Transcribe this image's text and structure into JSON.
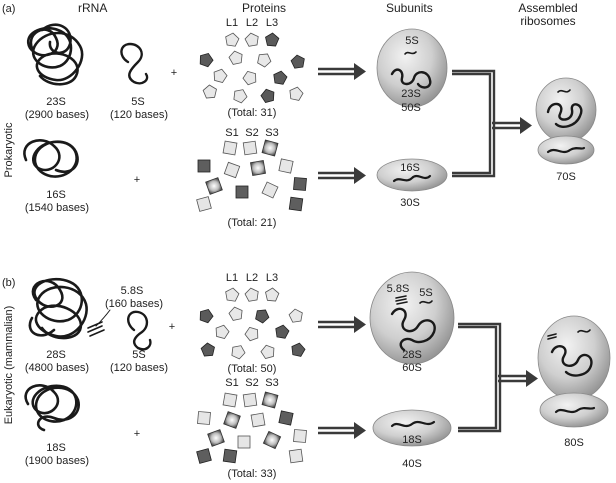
{
  "header": {
    "rrna": "rRNA",
    "proteins": "Proteins",
    "subunits": "Subunits",
    "assembled_line1": "Assembled",
    "assembled_line2": "ribosomes"
  },
  "prokaryotic": {
    "panel": "(a)",
    "side_label": "Prokaryotic",
    "large_rrna": {
      "name": "23S",
      "bases": "(2900 bases)"
    },
    "small_5s": {
      "name": "5S",
      "bases": "(120 bases)"
    },
    "small_rrna": {
      "name": "16S",
      "bases": "(1540 bases)"
    },
    "large_proteins": {
      "labels": [
        "L1",
        "L2",
        "L3"
      ],
      "total": "(Total: 31)"
    },
    "small_proteins": {
      "labels": [
        "S1",
        "S2",
        "S3"
      ],
      "total": "(Total: 21)"
    },
    "large_subunit": {
      "inner_top": "5S",
      "inner_bottom": "23S",
      "name": "50S"
    },
    "small_subunit": {
      "inner": "16S",
      "name": "30S"
    },
    "ribosome": "70S",
    "plus": "+"
  },
  "eukaryotic": {
    "panel": "(b)",
    "side_label": "Eukaryotic (mammalian)",
    "large_rrna": {
      "name": "28S",
      "bases": "(4800 bases)"
    },
    "rrna_58s": {
      "name": "5.8S",
      "bases": "(160 bases)"
    },
    "small_5s": {
      "name": "5S",
      "bases": "(120 bases)"
    },
    "small_rrna": {
      "name": "18S",
      "bases": "(1900 bases)"
    },
    "large_proteins": {
      "labels": [
        "L1",
        "L2",
        "L3"
      ],
      "total": "(Total: 50)"
    },
    "small_proteins": {
      "labels": [
        "S1",
        "S2",
        "S3"
      ],
      "total": "(Total: 33)"
    },
    "large_subunit": {
      "inner_58s": "5.8S",
      "inner_5s": "5S",
      "inner_bottom": "28S",
      "name": "60S"
    },
    "small_subunit": {
      "inner": "18S",
      "name": "40S"
    },
    "ribosome": "80S",
    "plus": "+"
  }
}
